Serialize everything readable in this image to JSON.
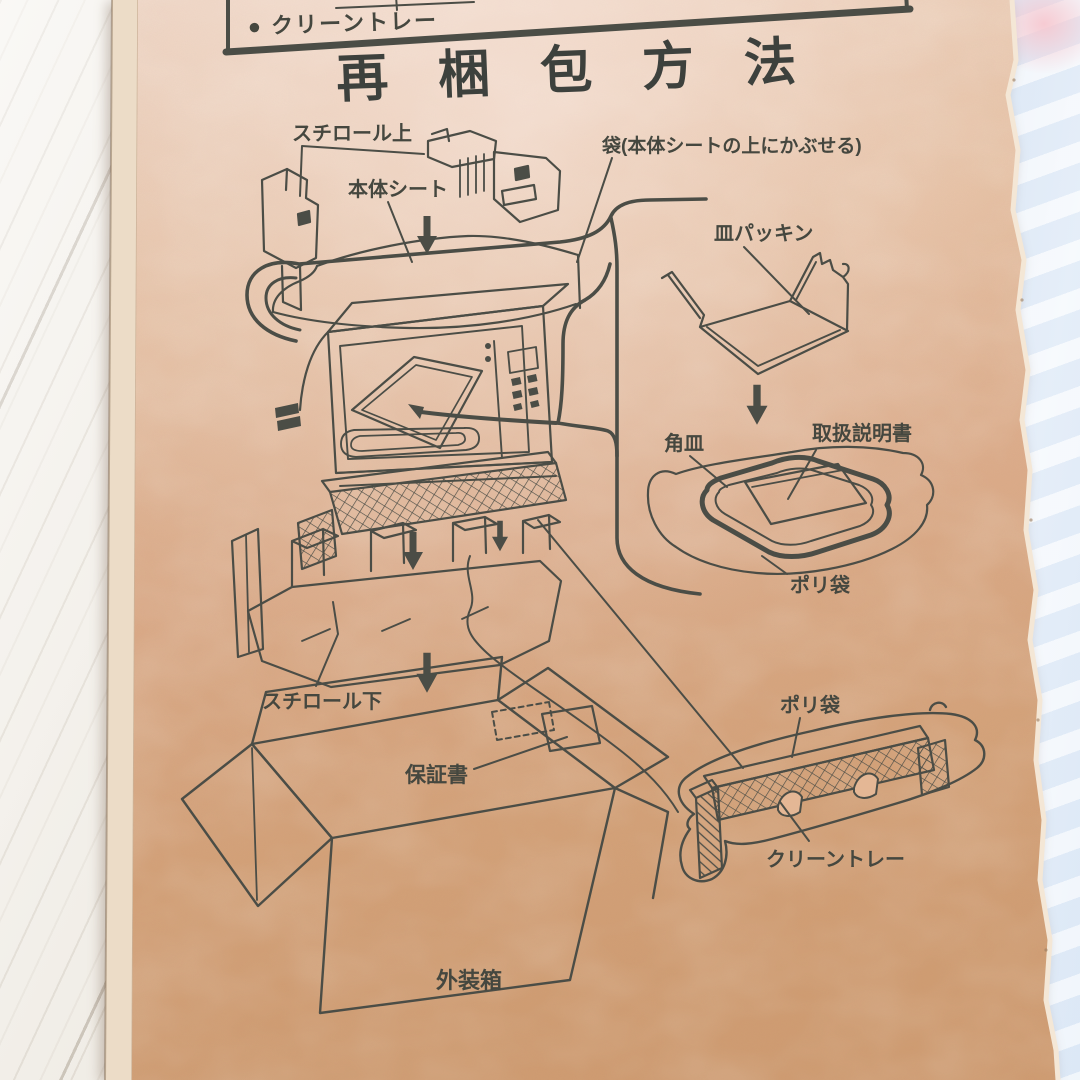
{
  "header": {
    "row_label": "● クリーントレー",
    "title": "再梱包方法"
  },
  "labels": {
    "styro_top": "スチロール上",
    "body_sheet": "本体シート",
    "bag_note": "袋(本体シートの上にかぶせる)",
    "dish_packing": "皿パッキン",
    "square_dish": "角皿",
    "manual": "取扱説明書",
    "poly_bag_dish": "ポリ袋",
    "styro_bottom": "スチロール下",
    "warranty": "保証書",
    "outer_box": "外装箱",
    "poly_bag_tray": "ポリ袋",
    "clean_tray": "クリーントレー"
  },
  "colors": {
    "ink": "#4b4d46",
    "cardboard": "#e3b492",
    "cardboard_cut_edge": "#ecdcc7",
    "floor": "#f3f0ea",
    "backdrop": "#e2ecf8"
  }
}
